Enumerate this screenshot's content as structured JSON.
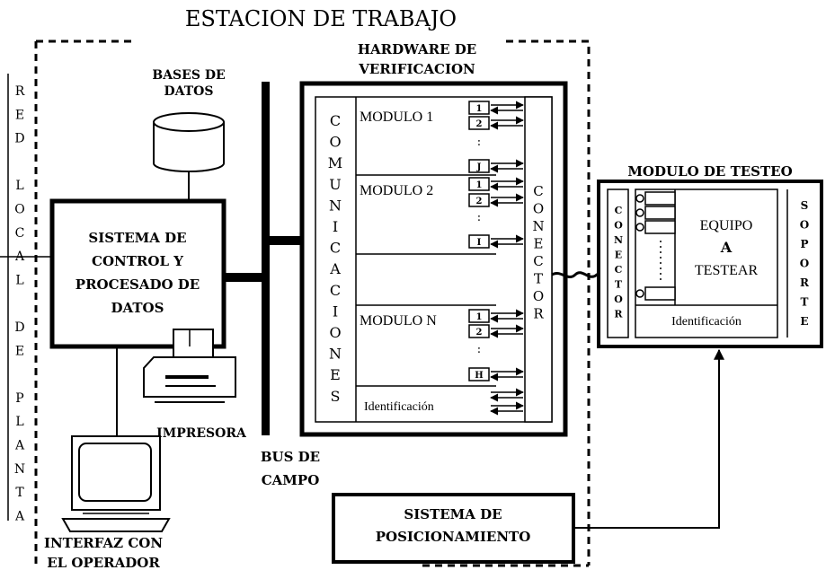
{
  "title": "ESTACION DE TRABAJO",
  "red_local": [
    "R",
    "E",
    "D",
    "",
    "L",
    "O",
    "C",
    "A",
    "L",
    "",
    "D",
    "E",
    "",
    "P",
    "L",
    "A",
    "N",
    "T",
    "A"
  ],
  "bases_de_datos": [
    "BASES DE",
    "DATOS"
  ],
  "sistema_control": [
    "SISTEMA DE",
    "CONTROL Y",
    "PROCESADO DE",
    "DATOS"
  ],
  "impresora": "IMPRESORA",
  "interfaz": [
    "INTERFAZ CON",
    "EL OPERADOR"
  ],
  "bus_de_campo": [
    "BUS DE",
    "CAMPO"
  ],
  "hardware": [
    "HARDWARE DE",
    "VERIFICACION"
  ],
  "comunicaciones": [
    "C",
    "O",
    "M",
    "U",
    "N",
    "I",
    "C",
    "A",
    "C",
    "I",
    "O",
    "N",
    "E",
    "S"
  ],
  "modulo_1": "MODULO 1",
  "modulo_2": "MODULO 2",
  "modulo_n": "MODULO N",
  "mod1_ports": [
    "1",
    "2",
    ":",
    "J"
  ],
  "mod2_ports": [
    "1",
    "2",
    ":",
    "I"
  ],
  "modn_ports": [
    "1",
    "2",
    ":",
    "H"
  ],
  "identificacion_hw": "Identificación",
  "conector_hw": [
    "C",
    "O",
    "N",
    "E",
    "C",
    "T",
    "O",
    "R"
  ],
  "modulo_testeo": "MODULO DE TESTEO",
  "conector_testeo": [
    "C",
    "O",
    "N",
    "E",
    "C",
    "T",
    "O",
    "R"
  ],
  "equipo": [
    "EQUIPO",
    "A",
    "TESTEAR"
  ],
  "identificacion_testeo": "Identificación",
  "soporte": [
    "S",
    "O",
    "P",
    "O",
    "R",
    "T",
    "E"
  ],
  "posicionamiento": [
    "SISTEMA DE",
    "POSICIONAMIENTO"
  ]
}
